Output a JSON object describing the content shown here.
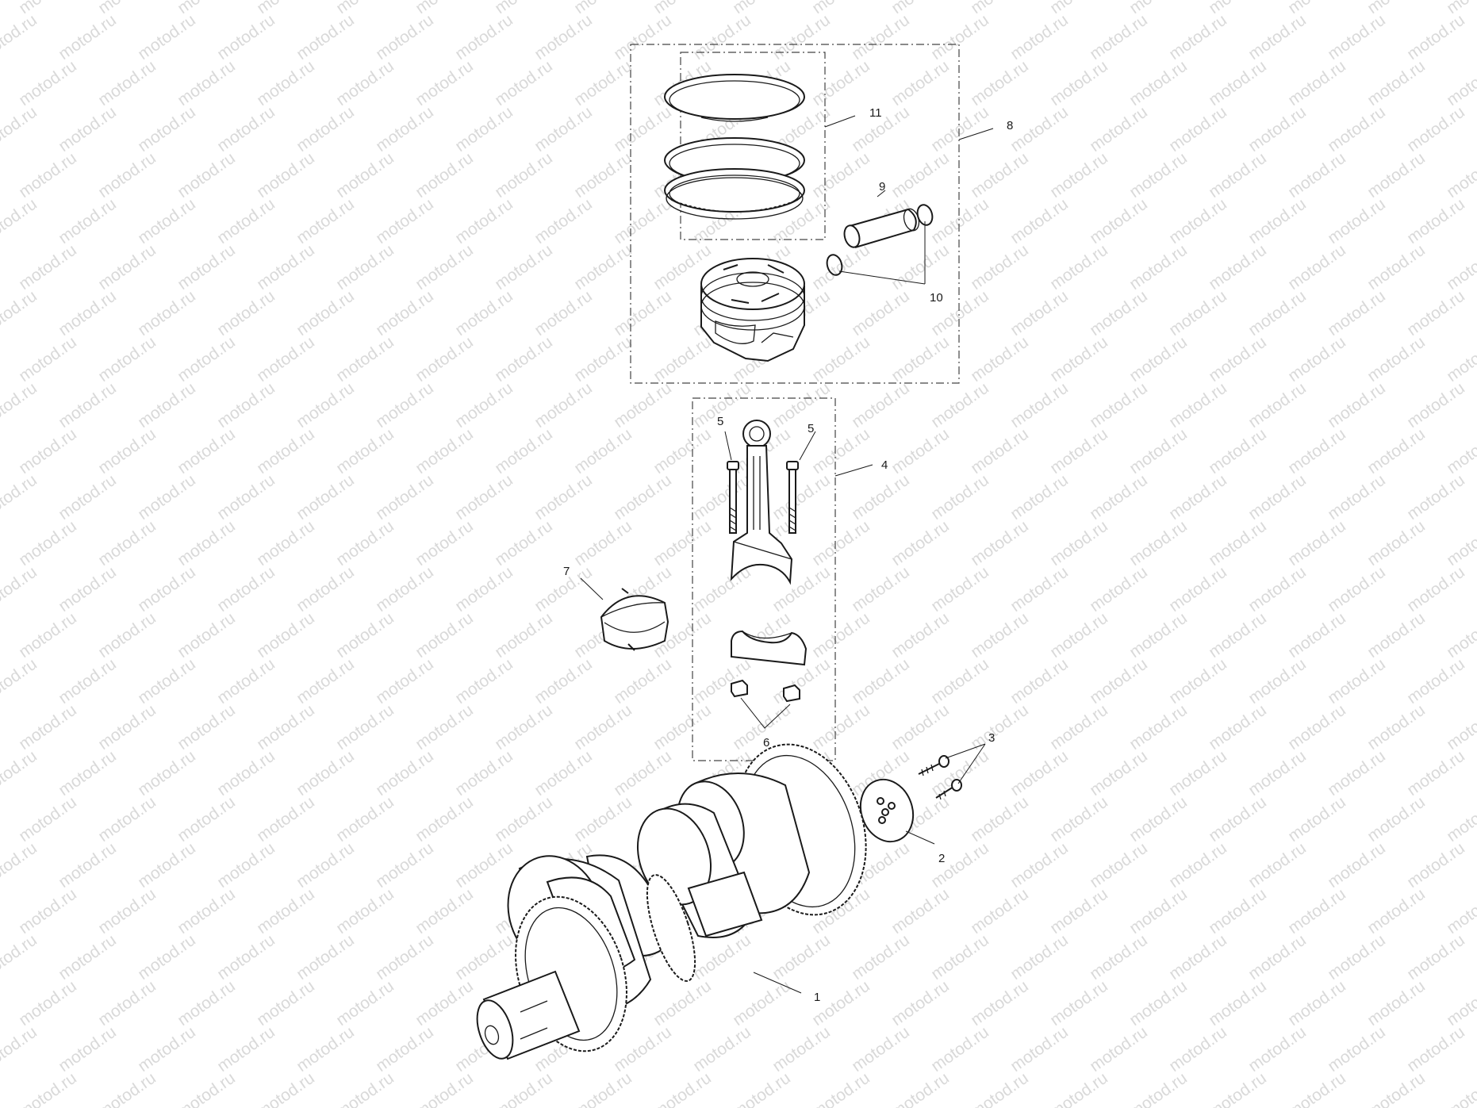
{
  "watermark": {
    "text": "motod.ru"
  },
  "callouts": {
    "crankshaft": "1",
    "thrust_washer": "2",
    "screws": "3",
    "connecting_rod_assembly": "4",
    "rod_bolt_left": "5",
    "rod_bolt_right": "5",
    "rod_nuts": "6",
    "big_end_bearing": "7",
    "piston_assembly": "8",
    "gudgeon_pin": "9",
    "circlips": "10",
    "piston_ring_set": "11"
  },
  "colors": {
    "line": "#1a1a1a",
    "watermark": "#d9d9d9",
    "background": "#ffffff"
  }
}
